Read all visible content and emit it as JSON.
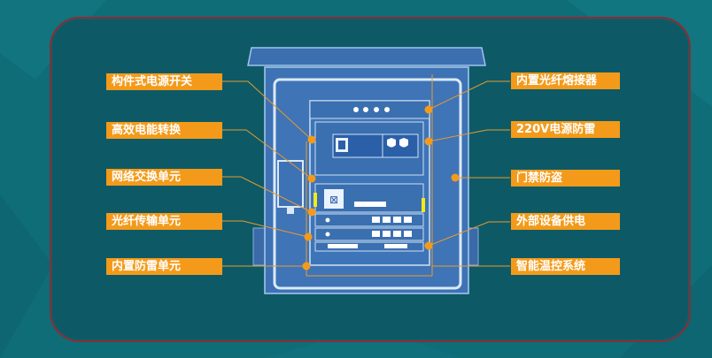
{
  "labels_left": [
    {
      "id": "modular-power-switch",
      "text": "构件式电源开关"
    },
    {
      "id": "efficient-power-conversion",
      "text": "高效电能转换"
    },
    {
      "id": "network-switch-unit",
      "text": "网络交换单元"
    },
    {
      "id": "fiber-transmission-unit",
      "text": "光纤传输单元"
    },
    {
      "id": "builtin-lightning-unit",
      "text": "内置防雷单元"
    }
  ],
  "labels_right": [
    {
      "id": "builtin-fiber-splicer",
      "text": "内置光纤熔接器"
    },
    {
      "id": "power-lightning-protection",
      "text": "220V电源防雷"
    },
    {
      "id": "door-antitheft",
      "text": "门禁防盗"
    },
    {
      "id": "external-power-supply",
      "text": "外部设备供电"
    },
    {
      "id": "smart-temp-control",
      "text": "智能温控系统"
    }
  ],
  "colors": {
    "background": "#0f6d77",
    "panel": "#0d5a66",
    "panel_border": "#8a2d35",
    "cabinet": "#3d72b5",
    "label": "#f49a1a",
    "leader_line": "#e79b2f"
  }
}
